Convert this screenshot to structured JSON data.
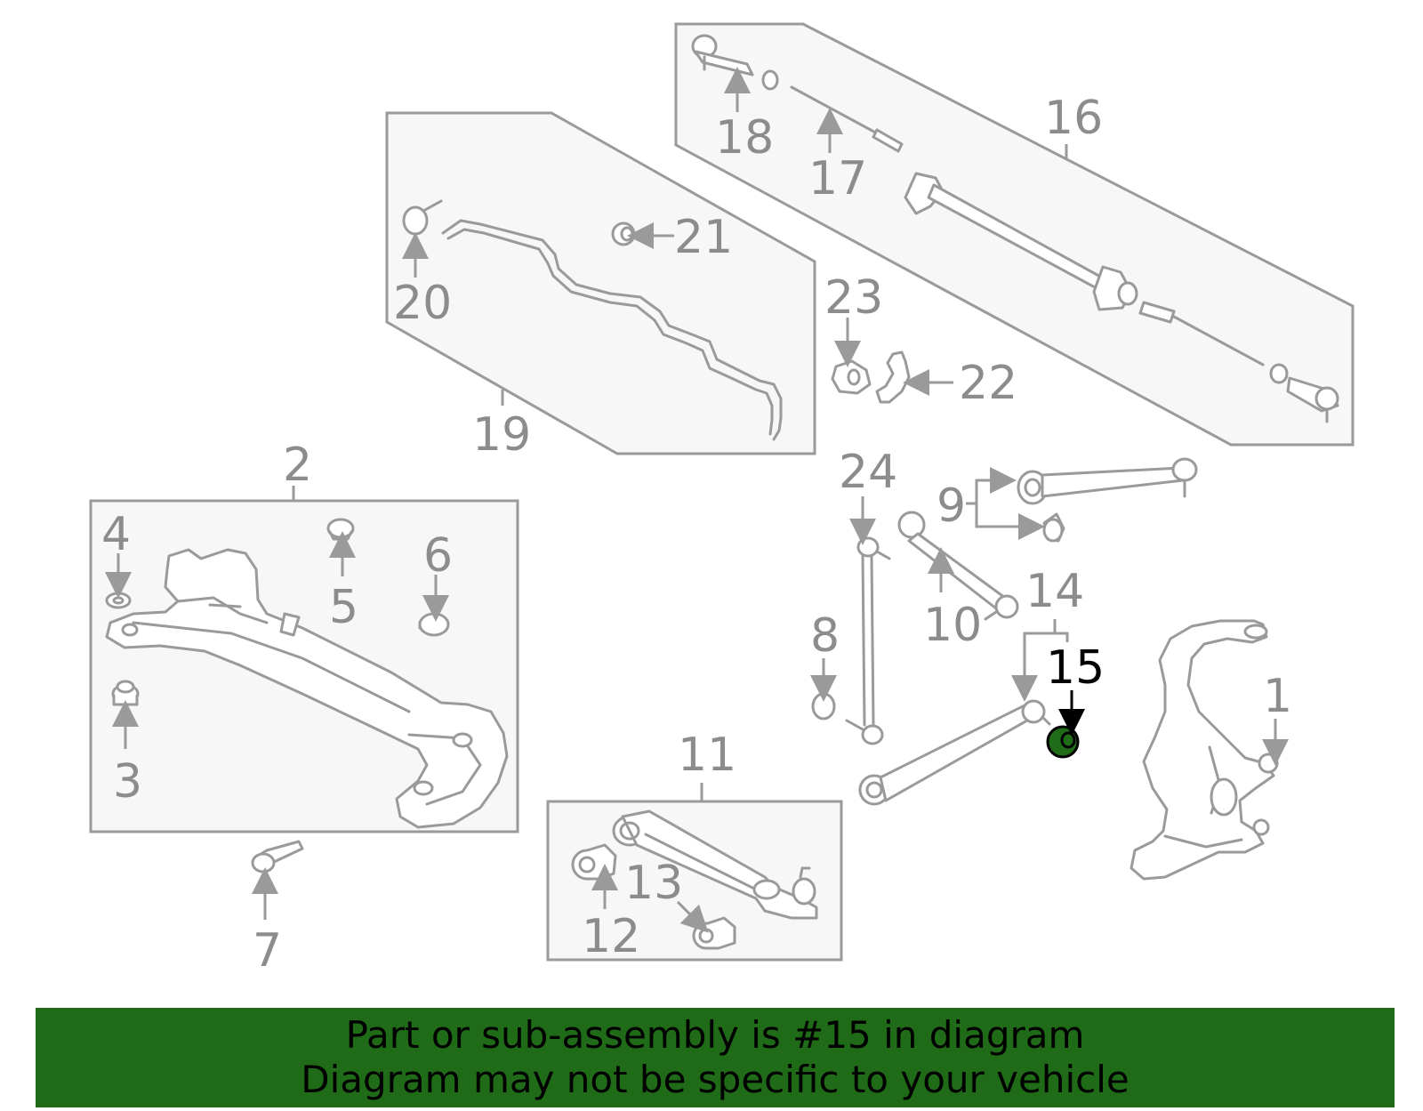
{
  "callouts": {
    "c1": "1",
    "c2": "2",
    "c3": "3",
    "c4": "4",
    "c5": "5",
    "c6": "6",
    "c7": "7",
    "c8": "8",
    "c9": "9",
    "c10": "10",
    "c11": "11",
    "c12": "12",
    "c13": "13",
    "c14": "14",
    "c15": "15",
    "c16": "16",
    "c17": "17",
    "c18": "18",
    "c19": "19",
    "c20": "20",
    "c21": "21",
    "c22": "22",
    "c23": "23",
    "c24": "24"
  },
  "highlight": {
    "part": "15",
    "color": "#1f6b17"
  },
  "banner": {
    "line1": "Part or sub-assembly is #15 in diagram",
    "line2": "Diagram may not be specific to your vehicle",
    "background": "#1f6b17"
  }
}
